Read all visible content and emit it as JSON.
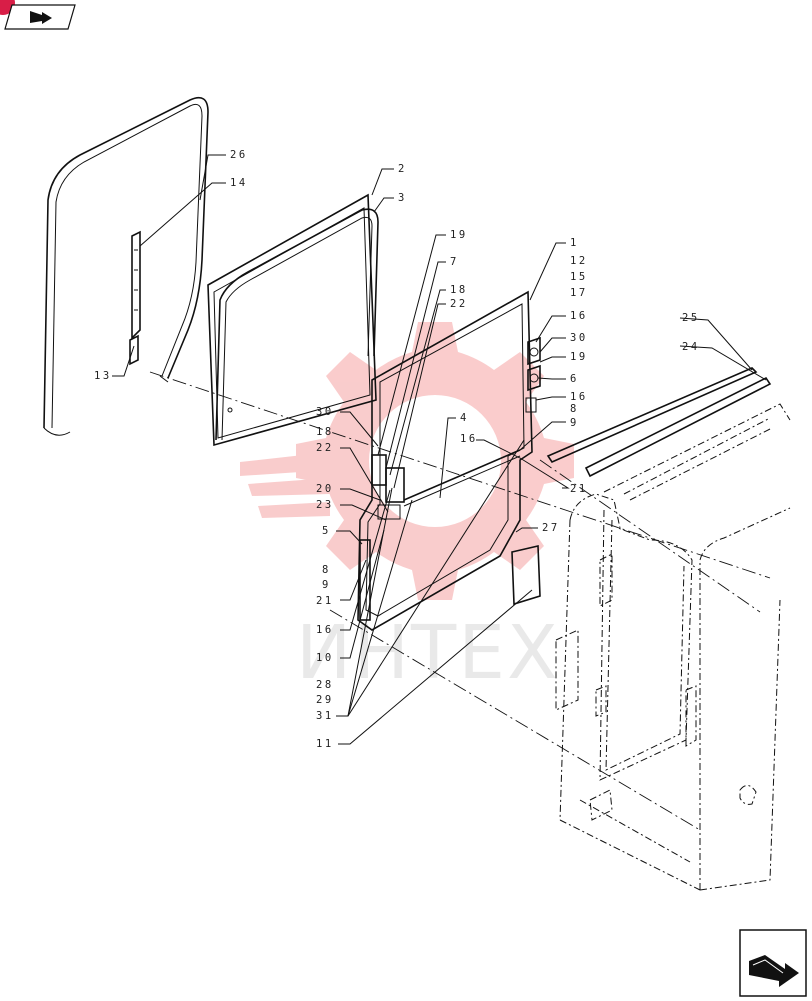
{
  "viewer": {
    "nav_prev_icon": "page-back-arrow-icon",
    "nav_next_icon": "page-forward-arrow-icon",
    "badge_color": "#d81e47"
  },
  "watermark": {
    "text": "ИНТЕХ",
    "logo_icon": "gear-logo-icon",
    "logo_color": "#f5a3a3"
  },
  "diagram": {
    "callouts": {
      "c26": "26",
      "c14": "14",
      "c13": "13",
      "c2": "2",
      "c3": "3",
      "c19a": "19",
      "c7": "7",
      "c18a": "18",
      "c22a": "22",
      "c1": "1",
      "c12": "12",
      "c15": "15",
      "c17": "17",
      "c16a": "16",
      "c30a": "30",
      "c19b": "19",
      "c6": "6",
      "c16b": "16",
      "c8a": "8",
      "c9a": "9",
      "c4": "4",
      "c16c": "16",
      "c21a": "21",
      "c27": "27",
      "c25": "25",
      "c24": "24",
      "c30b": "30",
      "c18b": "18",
      "c22b": "22",
      "c20": "20",
      "c23": "23",
      "c5": "5",
      "c8b": "8",
      "c9b": "9",
      "c21b": "21",
      "c16d": "16",
      "c10": "10",
      "c28": "28",
      "c29": "29",
      "c31": "31",
      "c11": "11"
    }
  }
}
